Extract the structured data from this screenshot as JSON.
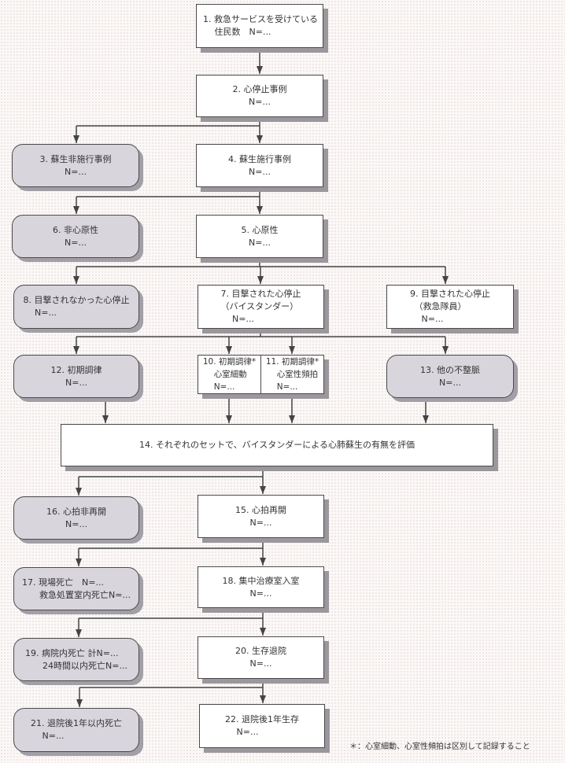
{
  "nodes": {
    "n1": {
      "number": "1.",
      "line1": "救急サービスを受けている",
      "line2": "住民数　N=..."
    },
    "n2": {
      "number": "2.",
      "line1": "心停止事例",
      "line2": "N=..."
    },
    "n3": {
      "number": "3.",
      "line1": "蘇生非施行事例",
      "line2": "N=..."
    },
    "n4": {
      "number": "4.",
      "line1": "蘇生施行事例",
      "line2": "N=..."
    },
    "n5": {
      "number": "5.",
      "line1": "心原性",
      "line2": "N=..."
    },
    "n6": {
      "number": "6.",
      "line1": "非心原性",
      "line2": "N=..."
    },
    "n7": {
      "number": "7.",
      "line1": "目撃された心停止",
      "line2": "（バイスタンダー）",
      "line3": "N=..."
    },
    "n8": {
      "number": "8.",
      "line1": "目撃されなかった心停止",
      "line2": "N=..."
    },
    "n9": {
      "number": "9.",
      "line1": "目撃された心停止",
      "line2": "（救急隊員）",
      "line3": "N=..."
    },
    "n10": {
      "number": "10.",
      "line1": "初期調律*",
      "line2": "心室細動",
      "line3": "N=..."
    },
    "n11": {
      "number": "11.",
      "line1": "初期調律*",
      "line2": "心室性頻拍",
      "line3": "N=..."
    },
    "n12": {
      "number": "12.",
      "line1": "初期調律",
      "line2": "N=..."
    },
    "n13": {
      "number": "13.",
      "line1": "他の不整脈",
      "line2": "N=..."
    },
    "n14": {
      "number": "14.",
      "line1": "それぞれのセットで、バイスタンダーによる心肺蘇生の有無を評価"
    },
    "n15": {
      "number": "15.",
      "line1": "心拍再開",
      "line2": "N=..."
    },
    "n16": {
      "number": "16.",
      "line1": "心拍非再開",
      "line2": "N=..."
    },
    "n17": {
      "number": "17.",
      "line1": "現場死亡　N=...",
      "line2": "救急処置室内死亡N=..."
    },
    "n18": {
      "number": "18.",
      "line1": "集中治療室入室",
      "line2": "N=..."
    },
    "n19": {
      "number": "19.",
      "line1": "病院内死亡 計N=...",
      "line2": "24時間以内死亡N=..."
    },
    "n20": {
      "number": "20.",
      "line1": "生存退院",
      "line2": "N=..."
    },
    "n21": {
      "number": "21.",
      "line1": "退院後1年以内死亡",
      "line2": "N=..."
    },
    "n22": {
      "number": "22.",
      "line1": "退院後1年生存",
      "line2": "N=..."
    }
  },
  "footnote": "＊：心室細動、心室性頻拍は区別して記録すること",
  "colors": {
    "terminal_fill": "#d9d5dd",
    "process_fill": "#ffffff",
    "line": "#4a4a4a",
    "shadow": "#9b979c"
  }
}
